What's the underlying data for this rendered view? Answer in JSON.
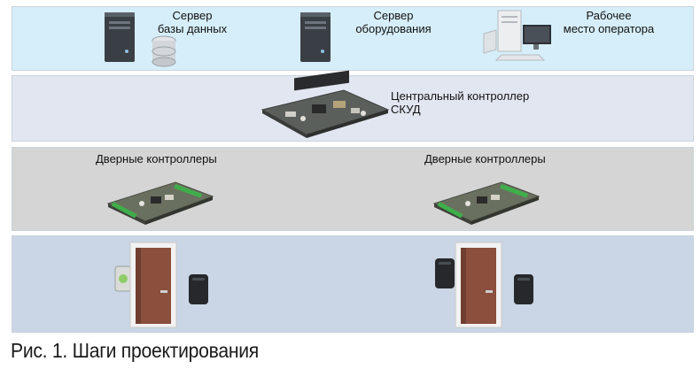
{
  "bands": {
    "servers": {
      "db_server": "Сервер\nбазы данных",
      "hw_server": "Сервер\nоборудования",
      "workstation": "Рабочее\nместо оператора"
    },
    "central": {
      "label": "Центральный контроллер\nСКУД"
    },
    "door_controllers": {
      "left_label": "Дверные контроллеры",
      "right_label": "Дверные контроллеры"
    },
    "doors": {}
  },
  "caption": "Рис. 1. Шаги проектирования"
}
